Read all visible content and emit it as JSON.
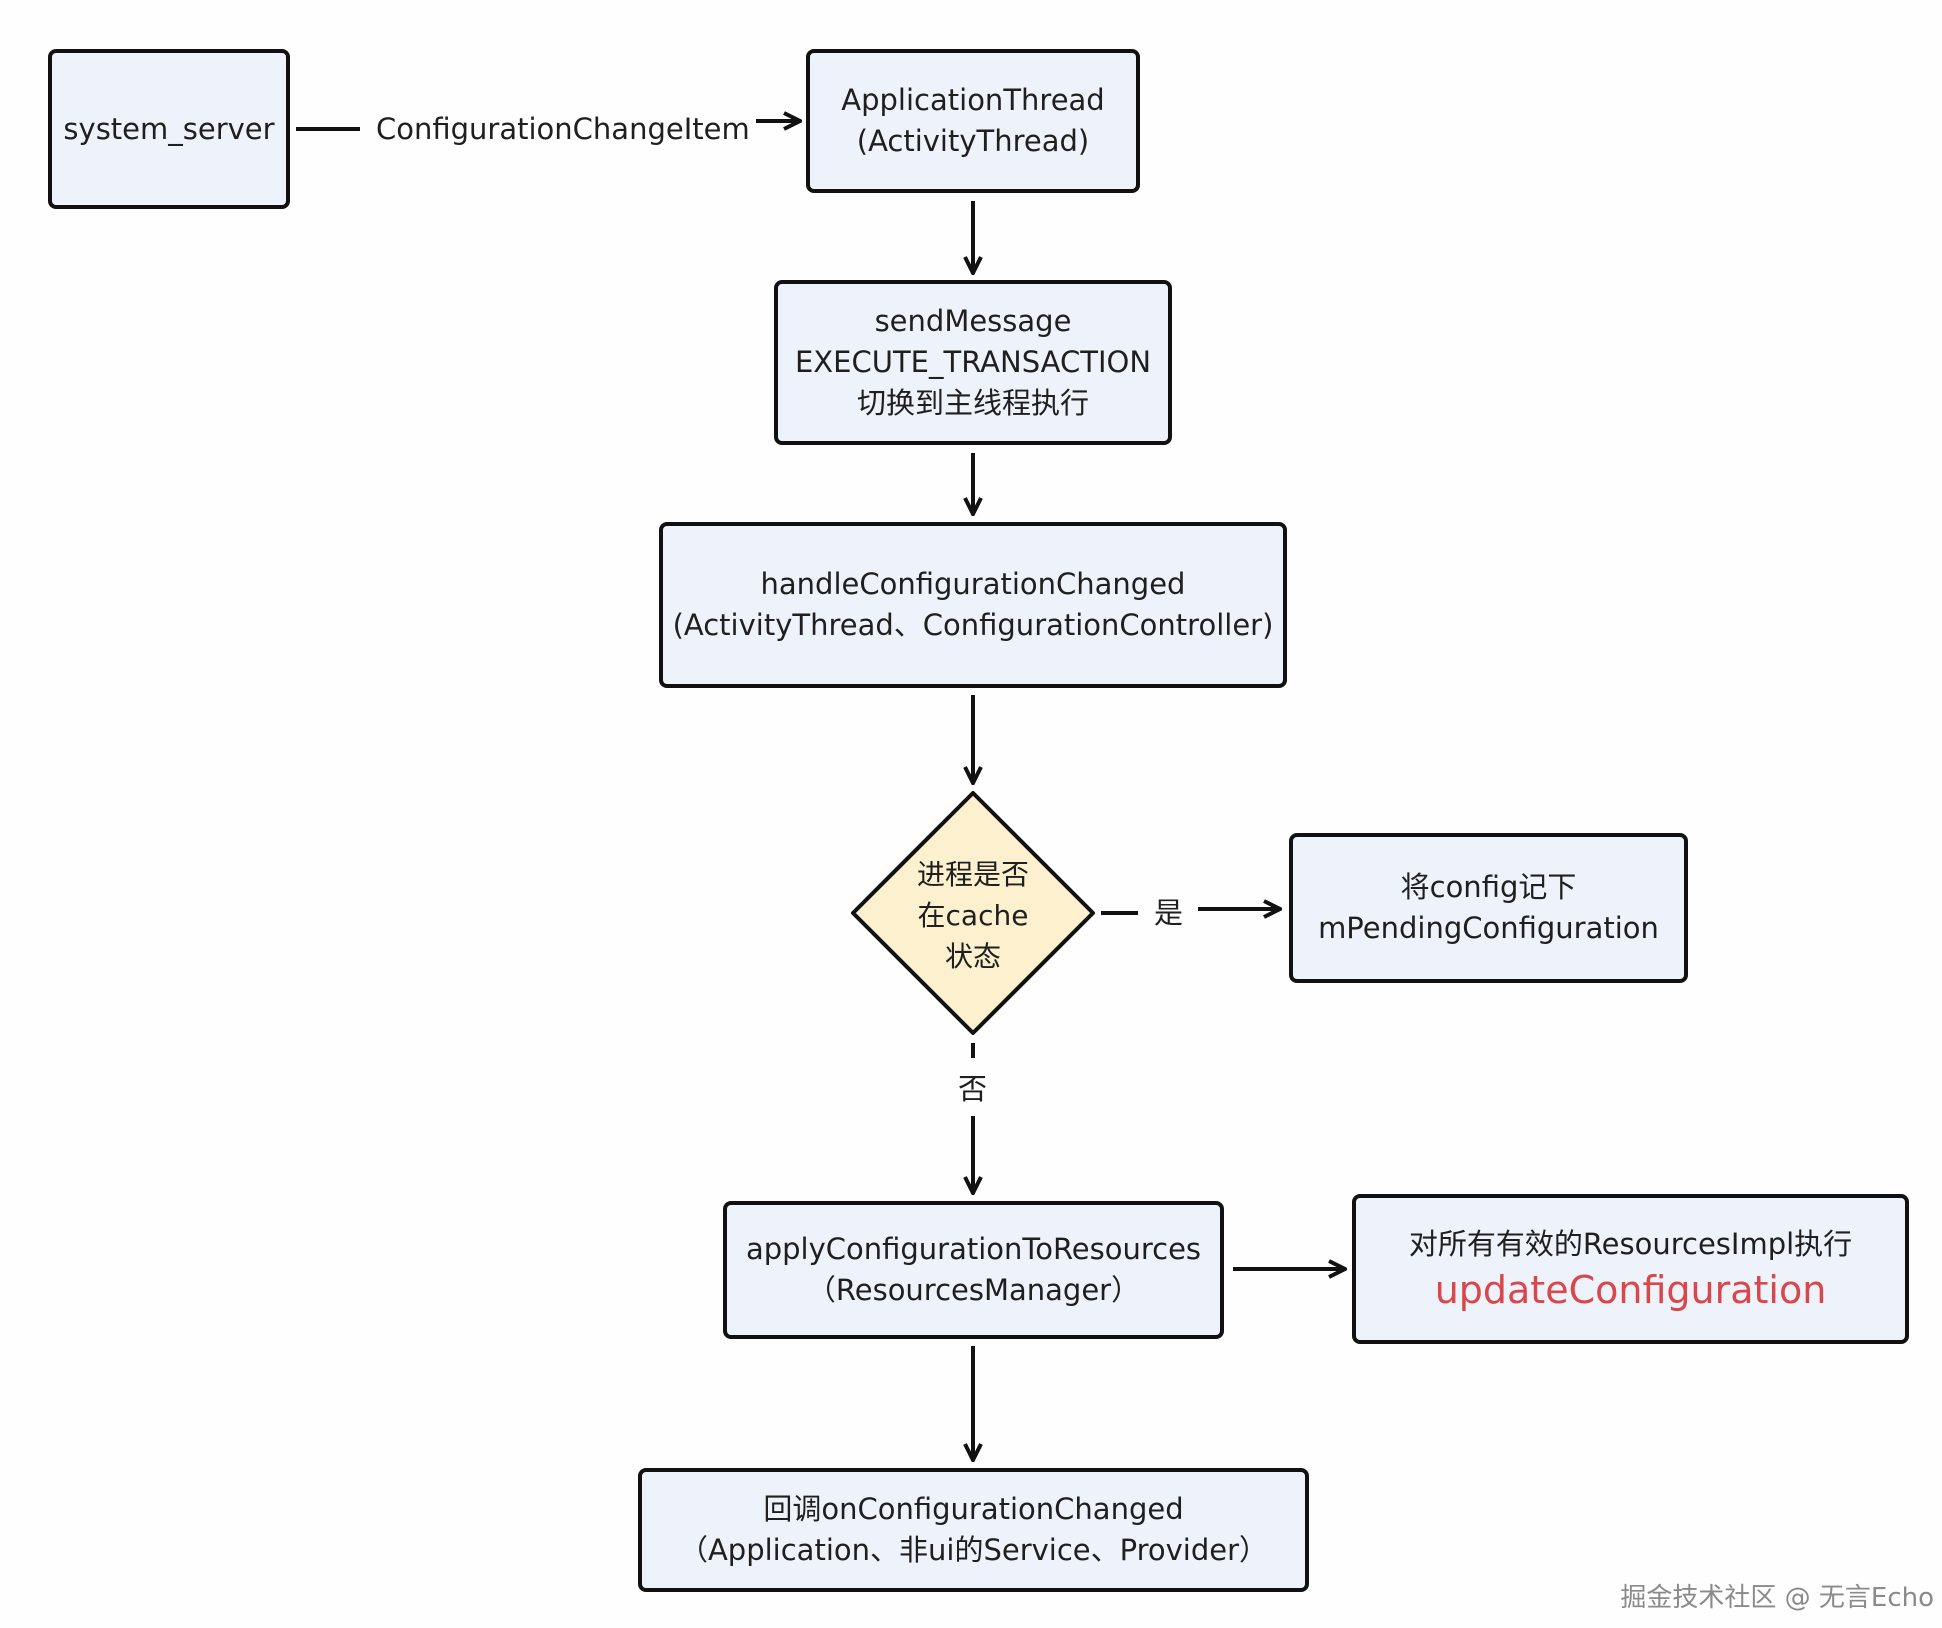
{
  "nodes": {
    "system_server": {
      "lines": [
        "system_server"
      ]
    },
    "application_thread": {
      "lines": [
        "ApplicationThread",
        "(ActivityThread)"
      ]
    },
    "send_message": {
      "lines": [
        "sendMessage",
        "EXECUTE_TRANSACTION",
        "切换到主线程执行"
      ]
    },
    "handle_config": {
      "lines": [
        "handleConfigurationChanged",
        "(ActivityThread、ConfigurationController)"
      ]
    },
    "decision": {
      "lines": [
        "进程是否",
        "在cache",
        "状态"
      ]
    },
    "pending_config": {
      "lines": [
        "将config记下",
        "mPendingConfiguration"
      ]
    },
    "apply_config": {
      "lines": [
        "applyConfigurationToResources",
        "（ResourcesManager）"
      ]
    },
    "update_config": {
      "line1": "对所有有效的ResourcesImpl执行",
      "line2": "updateConfiguration"
    },
    "callback": {
      "lines": [
        "回调onConfigurationChanged",
        "（Application、非ui的Service、Provider）"
      ]
    }
  },
  "edges": {
    "config_change_item": "ConfigurationChangeItem",
    "yes": "是",
    "no": "否"
  },
  "colors": {
    "box_fill": "#eef2fa",
    "decision_fill": "#fdf0cf",
    "stroke": "#111111",
    "highlight": "#d9474b"
  },
  "watermark": "掘金技术社区 @ 无言Echo"
}
